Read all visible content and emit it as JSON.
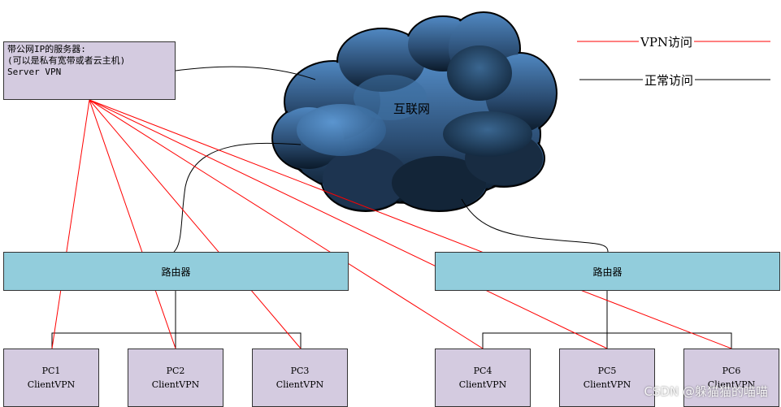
{
  "server": {
    "line1": "带公网IP的服务器:",
    "line2": "(可以是私有宽带或者云主机)",
    "line3": "Server VPN"
  },
  "cloud": {
    "label": "互联网"
  },
  "legend": {
    "vpn_label": "VPN访问",
    "vpn_color": "#ff0000",
    "normal_label": "正常访问",
    "normal_color": "#000000"
  },
  "routers": [
    {
      "label": "路由器"
    },
    {
      "label": "路由器"
    }
  ],
  "pcs": [
    {
      "name": "PC1",
      "client": "ClientVPN"
    },
    {
      "name": "PC2",
      "client": "ClientVPN"
    },
    {
      "name": "PC3",
      "client": "ClientVPN"
    },
    {
      "name": "PC4",
      "client": "ClientVPN"
    },
    {
      "name": "PC5",
      "client": "ClientVPN"
    },
    {
      "name": "PC6",
      "client": "ClientVPN"
    }
  ],
  "colors": {
    "box_purple": "#d4cbe0",
    "router_blue": "#92cddc",
    "cloud_dark": "#0b1a2a",
    "cloud_light": "#4f86bf"
  },
  "watermark": "CSDN @躲猫猫的喵喵"
}
